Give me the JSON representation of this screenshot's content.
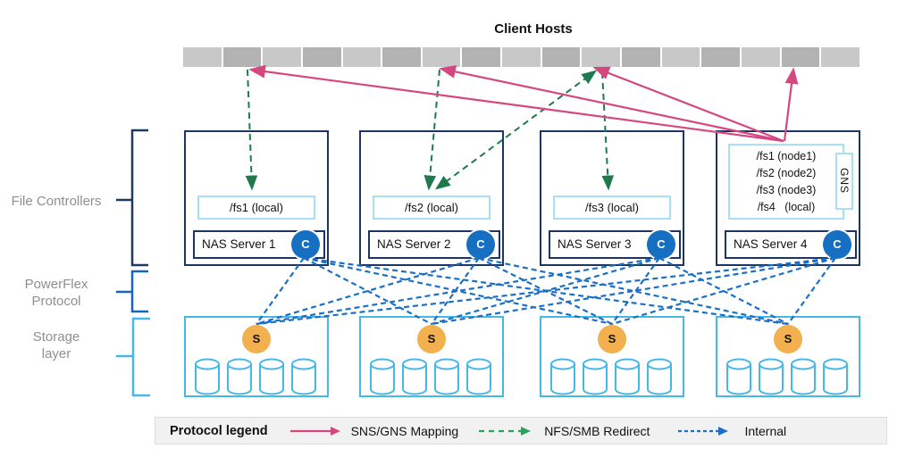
{
  "title": "Client Hosts",
  "client_hosts": {
    "block_count": 17
  },
  "left_labels": {
    "file_controllers": {
      "line1": "File Controllers"
    },
    "powerflex": {
      "line1": "PowerFlex",
      "line2": "Protocol"
    },
    "storage": {
      "line1": "Storage",
      "line2": "layer"
    }
  },
  "nas_servers": [
    {
      "name": "NAS Server 1",
      "badge": "C",
      "fs": "/fs1 (local)"
    },
    {
      "name": "NAS Server 2",
      "badge": "C",
      "fs": "/fs2 (local)"
    },
    {
      "name": "NAS Server 3",
      "badge": "C",
      "fs": "/fs3 (local)"
    },
    {
      "name": "NAS Server 4",
      "badge": "C",
      "fs_list": [
        "/fs1 (node1)",
        "/fs2 (node2)",
        "/fs3 (node3)",
        "/fs4   (local)"
      ],
      "gns": "GNS"
    }
  ],
  "storage_layer": {
    "nodes": [
      {
        "badge": "S",
        "disks": 4
      },
      {
        "badge": "S",
        "disks": 4
      },
      {
        "badge": "S",
        "disks": 4
      },
      {
        "badge": "S",
        "disks": 4
      }
    ]
  },
  "legend": {
    "title": "Protocol legend",
    "items": [
      {
        "label": "SNS/GNS Mapping",
        "line_style": "solid",
        "color": "#d5487f"
      },
      {
        "label": "NFS/SMB Redirect",
        "line_style": "dashed",
        "color": "#2aa25d"
      },
      {
        "label": "Internal",
        "line_style": "dashed",
        "color": "#1a70c7"
      }
    ]
  },
  "colors": {
    "nas_border": "#1e3461",
    "storage_border": "#45b8e8",
    "fs_border": "#a8dff5",
    "client_block_light": "#c8c8c8",
    "client_block_dark": "#b3b3b3",
    "c_badge": "#176fc1",
    "s_badge": "#f2b04f",
    "sns_gns_line": "#d5487f",
    "redirect_line": "#1e7a4c",
    "internal_line": "#1a70c7",
    "bracket_file_controllers": "#1f3864",
    "bracket_powerflex": "#1565c0",
    "bracket_storage": "#45b8e8",
    "label_gray": "#8f8f8f"
  },
  "connections": {
    "sns_gns_arrows": [
      {
        "from": [
          877,
          158
        ],
        "to": [
          281,
          78
        ]
      },
      {
        "from": [
          877,
          158
        ],
        "to": [
          494,
          77
        ]
      },
      {
        "from": [
          877,
          158
        ],
        "to": [
          666,
          76
        ]
      },
      {
        "from": [
          878,
          158
        ],
        "to": [
          888,
          78
        ]
      }
    ],
    "redirect_arrows": [
      {
        "from": [
          277,
          78
        ],
        "to": [
          282,
          211
        ],
        "heads": "end"
      },
      {
        "from": [
          492,
          78
        ],
        "to": [
          480,
          211
        ],
        "heads": "end"
      },
      {
        "from": [
          489,
          211
        ],
        "to": [
          666,
          80
        ],
        "heads": "both"
      },
      {
        "from": [
          674,
          81
        ],
        "to": [
          681,
          211
        ],
        "heads": "end"
      }
    ],
    "internal_mesh": "every NAS server C endpoint connects to every storage node S endpoint (4 x 4)"
  }
}
